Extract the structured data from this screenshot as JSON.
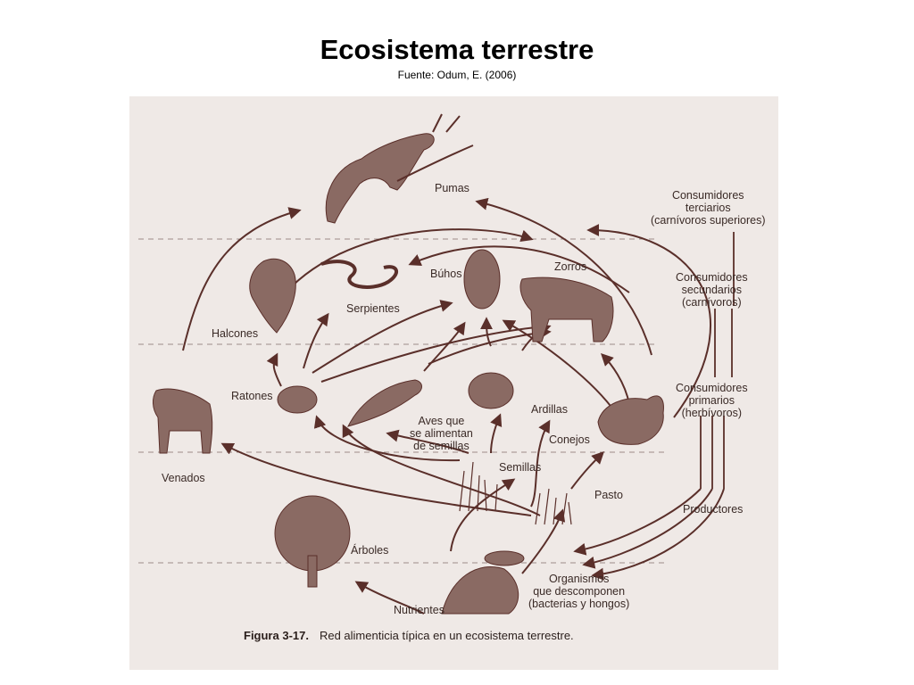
{
  "title": "Ecosistema terrestre",
  "subtitle": "Fuente: Odum, E. (2006)",
  "figure": {
    "caption_number": "Figura 3-17.",
    "caption_text": "Red alimenticia típica en un ecosistema terrestre."
  },
  "levels": {
    "terciarios": "Consumidores\nterciarios\n(carnívoros superiores)",
    "secundarios": "Consumidores\nsecundarios\n(carnívoros)",
    "primarios": "Consumidores\nprimarios\n(herbívoros)",
    "productores": "Productores",
    "descomponedores": "Organismos\nque descomponen\n(bacterias y hongos)"
  },
  "organisms": {
    "pumas": "Pumas",
    "halcones": "Halcones",
    "serpientes": "Serpientes",
    "buhos": "Búhos",
    "zorros": "Zorros",
    "venados": "Venados",
    "ratones": "Ratones",
    "aves": "Aves que\nse alimentan\nde semillas",
    "ardillas": "Ardillas",
    "conejos": "Conejos",
    "semillas": "Semillas",
    "pasto": "Pasto",
    "arboles": "Árboles",
    "nutrientes": "Nutrientes"
  },
  "colors": {
    "paper": "#efe9e6",
    "ink": "#5a2f2a",
    "animal": "#8a6a63",
    "dash": "#9c8c88"
  }
}
